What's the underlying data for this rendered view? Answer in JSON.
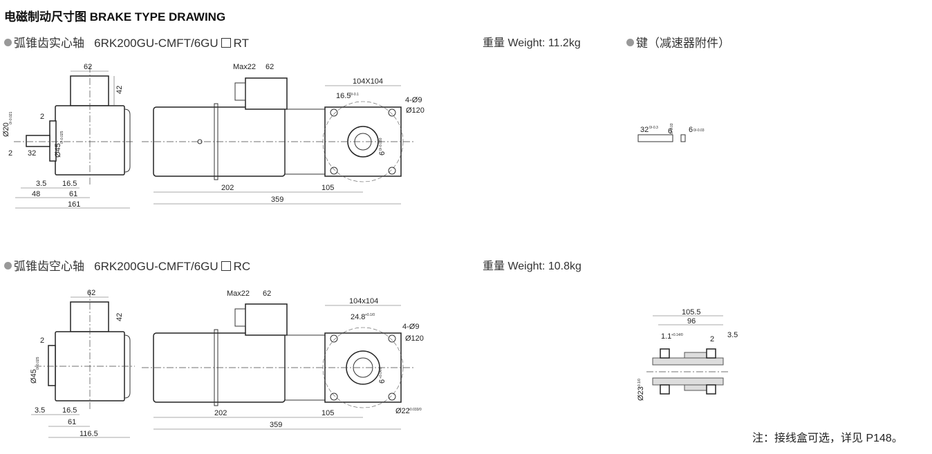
{
  "title": "电磁制动尺寸图 BRAKE TYPE DRAWING",
  "sections": [
    {
      "name": "弧锥齿实心轴",
      "model": "6RK200GU-CMFT/6GU",
      "suffix": "RT",
      "weight_label": "重量",
      "weight": "Weight: 11.2kg",
      "dims": {
        "box_w": "62",
        "box_h": "42",
        "shaft_d": "Ø20",
        "shaft_tol": "0/-0.021",
        "gap": "2",
        "key_off": "2",
        "shaft_len": "32",
        "pilot_d": "Ø45",
        "pilot_tol": "0/-0.025",
        "d35": "3.5",
        "d165": "16.5",
        "d48": "48",
        "d61": "61",
        "total_side": "161",
        "max22": "Max22",
        "box_w2": "62",
        "flange": "104X104",
        "keyw": "16.5",
        "keyw_tol": "0/-0.1",
        "holes": "4-Ø9",
        "pcd": "Ø120",
        "key6": "6",
        "key6_tol": "0/-0.030",
        "motor_len": "202",
        "gear_len": "105",
        "total": "359"
      }
    },
    {
      "name": "弧锥齿空心轴",
      "model": "6RK200GU-CMFT/6GU",
      "suffix": "RC",
      "weight_label": "重量",
      "weight": "Weight: 10.8kg",
      "dims": {
        "box_w": "62",
        "box_h": "42",
        "gap": "2",
        "pilot_d": "Ø45",
        "pilot_tol": "0/-0.025",
        "d35": "3.5",
        "d165": "16.5",
        "d61": "61",
        "total_side": "116.5",
        "max22": "Max22",
        "box_w2": "62",
        "flange": "104x104",
        "keyw": "24.8",
        "keyw_tol": "+0.1/0",
        "holes": "4-Ø9",
        "pcd": "Ø120",
        "key6": "6",
        "key6_tol": "+0.04/0",
        "motor_len": "202",
        "gear_len": "105",
        "bore": "Ø22",
        "bore_tol": "+0.033/0",
        "total": "359"
      }
    }
  ],
  "key": {
    "label": "键（减速器附件）",
    "len": "32",
    "len_tol": "0/-0.3",
    "h": "6",
    "h_tol": "0/-0.03",
    "w": "6",
    "w_tol": "0/-0.03"
  },
  "hollow": {
    "outer": "105.5",
    "inner": "96",
    "snap": "1.1",
    "snap_tol": "+0.14/0",
    "d2": "2",
    "d35": "3.5",
    "bore": "Ø23",
    "bore_tol": "+0.1/0"
  },
  "note": "注：接线盒可选，详见 P148。"
}
